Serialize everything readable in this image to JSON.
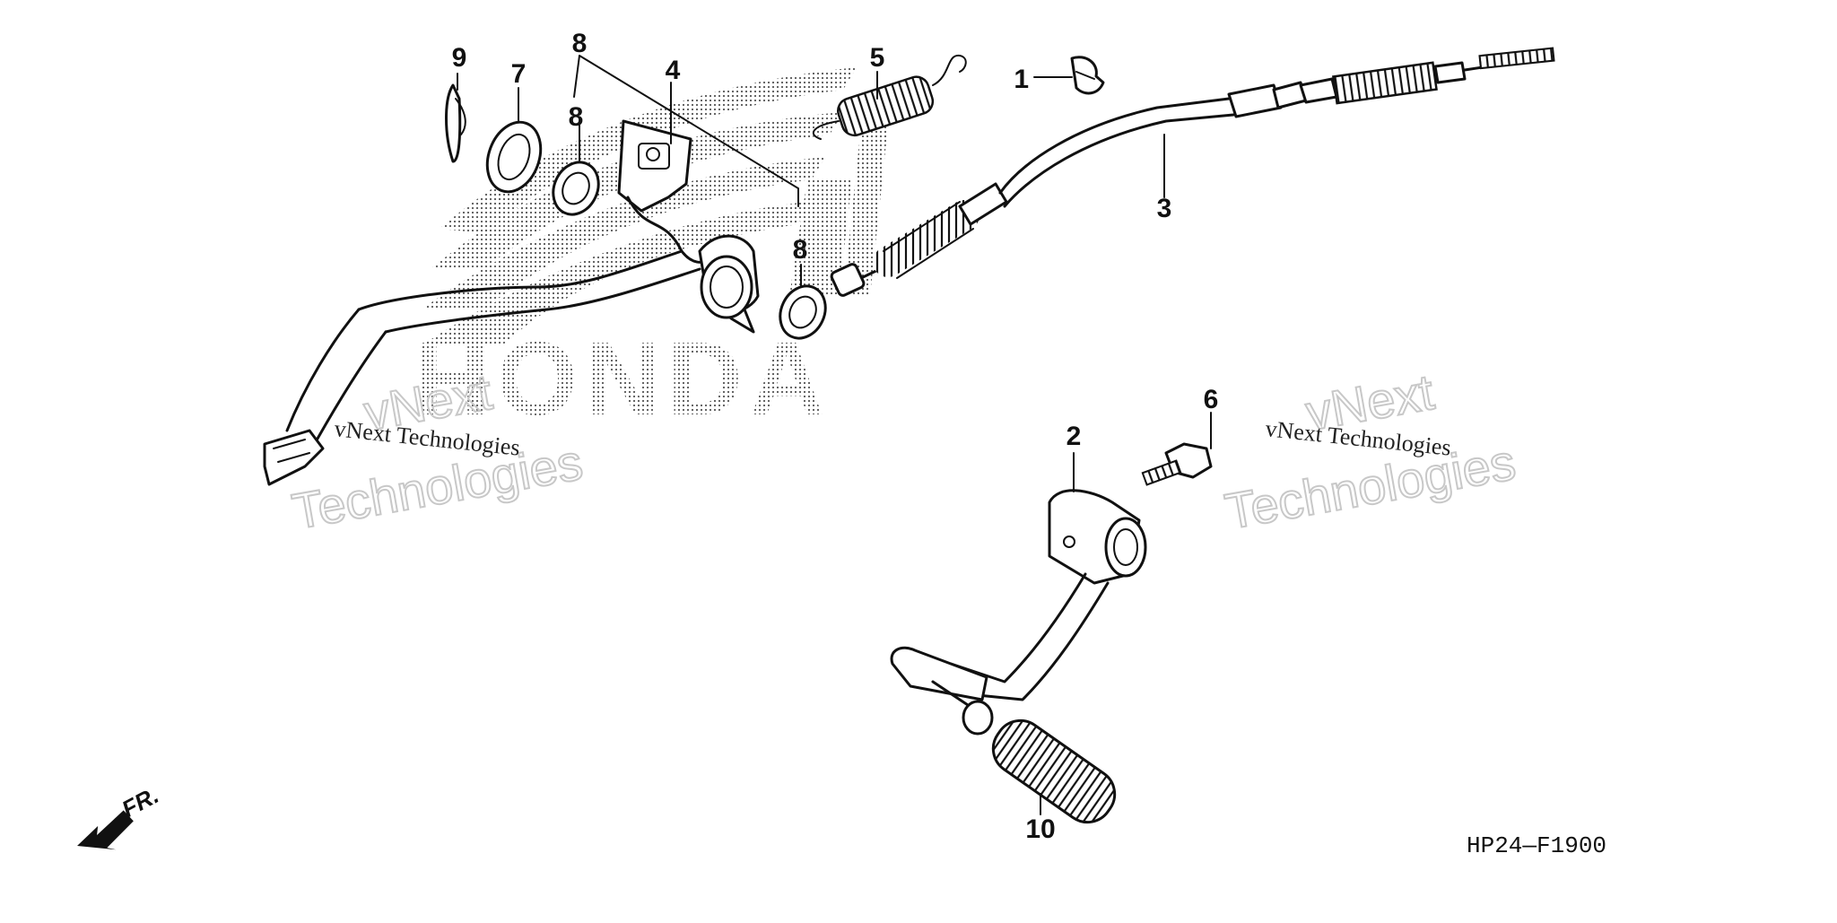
{
  "diagram": {
    "code": "HP24—F1900",
    "front_arrow_label": "FR.",
    "callouts": [
      {
        "id": "c1",
        "label": "1"
      },
      {
        "id": "c2",
        "label": "2"
      },
      {
        "id": "c3",
        "label": "3"
      },
      {
        "id": "c4",
        "label": "4"
      },
      {
        "id": "c5",
        "label": "5"
      },
      {
        "id": "c6",
        "label": "6"
      },
      {
        "id": "c7",
        "label": "7"
      },
      {
        "id": "c8a",
        "label": "8"
      },
      {
        "id": "c8b",
        "label": "8"
      },
      {
        "id": "c8c",
        "label": "8"
      },
      {
        "id": "c9",
        "label": "9"
      },
      {
        "id": "c10",
        "label": "10"
      }
    ]
  },
  "watermarks": {
    "brand": "HONDA",
    "left_line1": "vNext",
    "left_line2": "Technologies",
    "left_small": "vNext Technologies",
    "right_line1": "vNext",
    "right_line2": "Technologies",
    "right_small": "vNext Technologies"
  },
  "colors": {
    "ink": "#111111",
    "background": "#ffffff",
    "watermark": "#c8c8c8"
  }
}
